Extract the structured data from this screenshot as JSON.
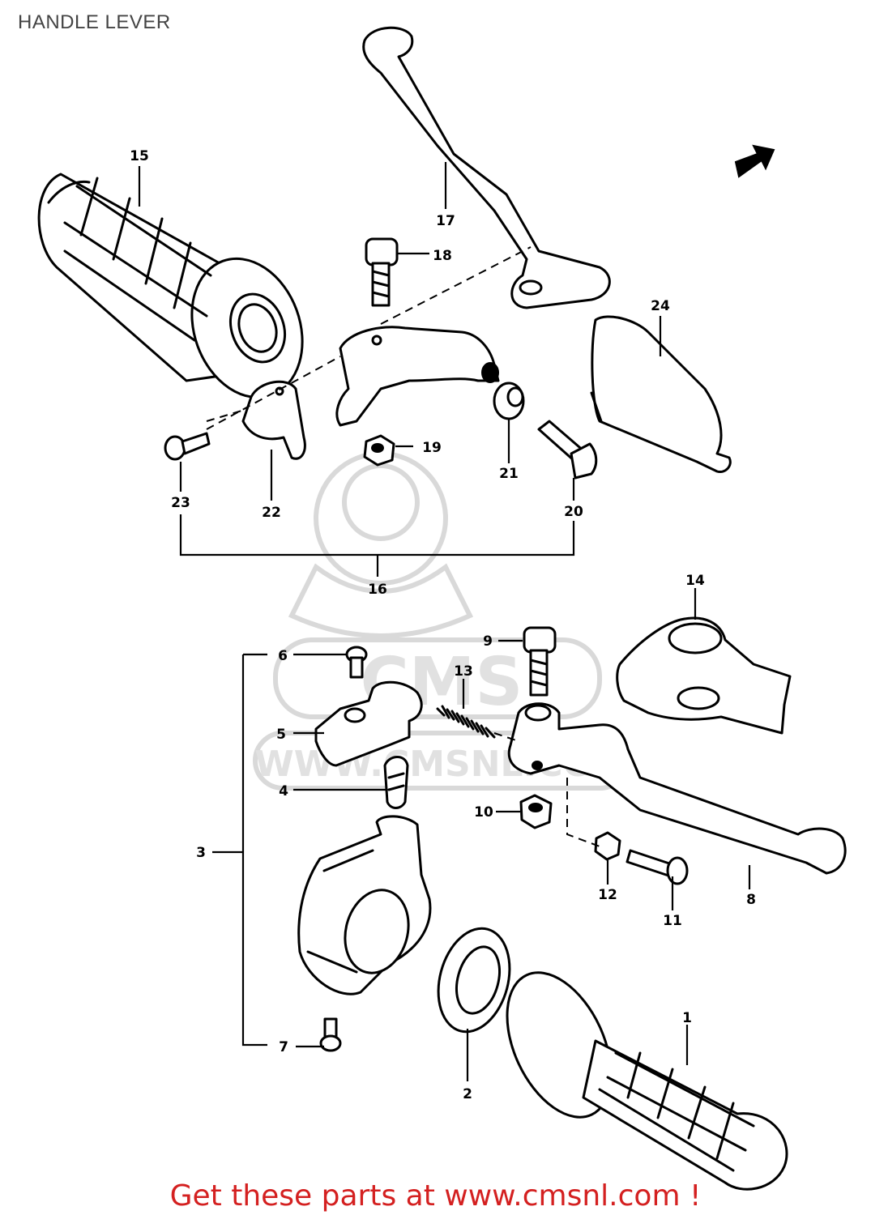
{
  "header": {
    "title": "HANDLE LEVER"
  },
  "watermark": {
    "logo_text": "CMS",
    "url_text": "WWW.CMSNL.COM"
  },
  "callouts": [
    "1",
    "2",
    "3",
    "4",
    "5",
    "6",
    "7",
    "8",
    "9",
    "10",
    "11",
    "12",
    "13",
    "14",
    "15",
    "16",
    "17",
    "18",
    "19",
    "20",
    "21",
    "22",
    "23",
    "24"
  ],
  "footer": {
    "text": "Get these parts at www.cmsnl.com !"
  },
  "colors": {
    "ink": "#000000",
    "footer": "#d42020",
    "watermark": "#d9d9d9"
  }
}
